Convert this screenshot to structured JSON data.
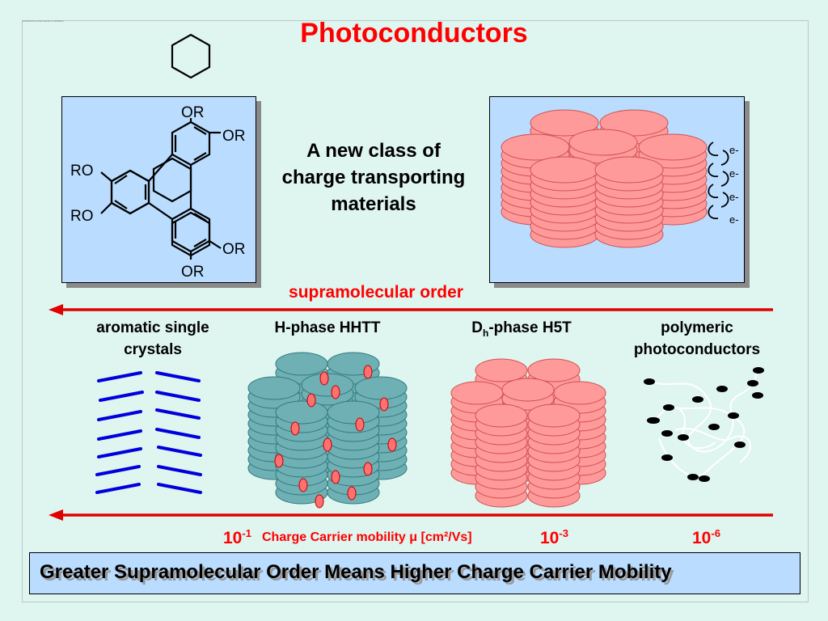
{
  "slide": {
    "title": "Photoconductors",
    "header_tiny": "Powered by a free version of software"
  },
  "molecule": {
    "labels": [
      "OR",
      "OR",
      "RO",
      "RO",
      "OR",
      "OR"
    ]
  },
  "center_text": {
    "line1": "A new class of",
    "line2": "charge transporting",
    "line3": "materials"
  },
  "electrons": [
    "e-",
    "e-",
    "e-",
    "e-"
  ],
  "arrows": {
    "top_label": "supramolecular order"
  },
  "categories": [
    {
      "line1": "aromatic single",
      "line2": "crystals"
    },
    {
      "line1": "H-phase HHTT",
      "line2": ""
    },
    {
      "prefix": "D",
      "sub": "h",
      "suffix": "-phase H5T"
    },
    {
      "line1": "polymeric",
      "line2": "photoconductors"
    }
  ],
  "mobility": {
    "values": [
      {
        "base": "10",
        "exp": "-1"
      },
      {
        "base": "10",
        "exp": "-3"
      },
      {
        "base": "10",
        "exp": "-6"
      }
    ],
    "label": "Charge Carrier mobility μ [cm²/Vs]"
  },
  "banner": {
    "text": "Greater Supramolecular Order Means Higher Charge Carrier Mobility"
  },
  "colors": {
    "title": "#ff0000",
    "panel": "#b9dcff",
    "background": "#dff5ef",
    "disc_red": "#ff9a9a",
    "disc_teal": "#6fb0b4",
    "rod_blue": "#0000dd"
  }
}
